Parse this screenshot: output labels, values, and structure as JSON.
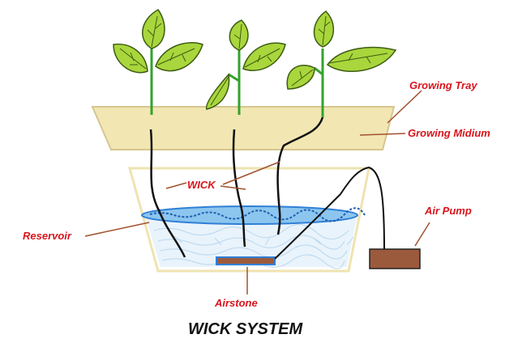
{
  "labels": {
    "growing_tray": "Growing Tray",
    "growing_medium": "Growing Midium",
    "wick": "WICK",
    "reservoir": "Reservoir",
    "air_pump": "Air Pump",
    "airstone": "Airstone"
  },
  "title": "WICK SYSTEM",
  "colors": {
    "label_text": "#d8141c",
    "leader_line": "#a0522d",
    "tray_fill": "#f2e6b3",
    "tray_stroke": "#d6c68f",
    "leaf_fill": "#a9d63c",
    "leaf_vein": "#3d5c12",
    "stem": "#33a32b",
    "wick": "#111111",
    "water": "#5aa9e6",
    "reservoir_stroke": "#efe3b0",
    "air_pump": "#9c5a3c",
    "airstone": "#9c5a3c",
    "airstone_border": "#2f7fd6"
  }
}
